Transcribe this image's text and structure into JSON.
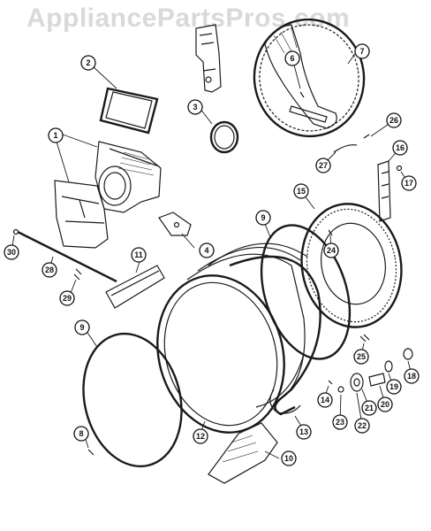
{
  "watermark": "AppliancePartsPros.com",
  "callouts": [
    {
      "id": "1",
      "label": "1"
    },
    {
      "id": "2",
      "label": "2"
    },
    {
      "id": "3",
      "label": "3"
    },
    {
      "id": "4",
      "label": "4"
    },
    {
      "id": "6",
      "label": "6"
    },
    {
      "id": "7",
      "label": "7"
    },
    {
      "id": "8",
      "label": "8"
    },
    {
      "id": "9a",
      "label": "9"
    },
    {
      "id": "9b",
      "label": "9"
    },
    {
      "id": "10",
      "label": "10"
    },
    {
      "id": "11",
      "label": "11"
    },
    {
      "id": "12",
      "label": "12"
    },
    {
      "id": "13",
      "label": "13"
    },
    {
      "id": "14",
      "label": "14"
    },
    {
      "id": "15",
      "label": "15"
    },
    {
      "id": "16",
      "label": "16"
    },
    {
      "id": "17",
      "label": "17"
    },
    {
      "id": "18",
      "label": "18"
    },
    {
      "id": "19",
      "label": "19"
    },
    {
      "id": "20",
      "label": "20"
    },
    {
      "id": "21",
      "label": "21"
    },
    {
      "id": "22",
      "label": "22"
    },
    {
      "id": "23",
      "label": "23"
    },
    {
      "id": "24",
      "label": "24"
    },
    {
      "id": "25",
      "label": "25"
    },
    {
      "id": "26",
      "label": "26"
    },
    {
      "id": "27",
      "label": "27"
    },
    {
      "id": "28",
      "label": "28"
    },
    {
      "id": "29",
      "label": "29"
    },
    {
      "id": "30",
      "label": "30"
    }
  ]
}
